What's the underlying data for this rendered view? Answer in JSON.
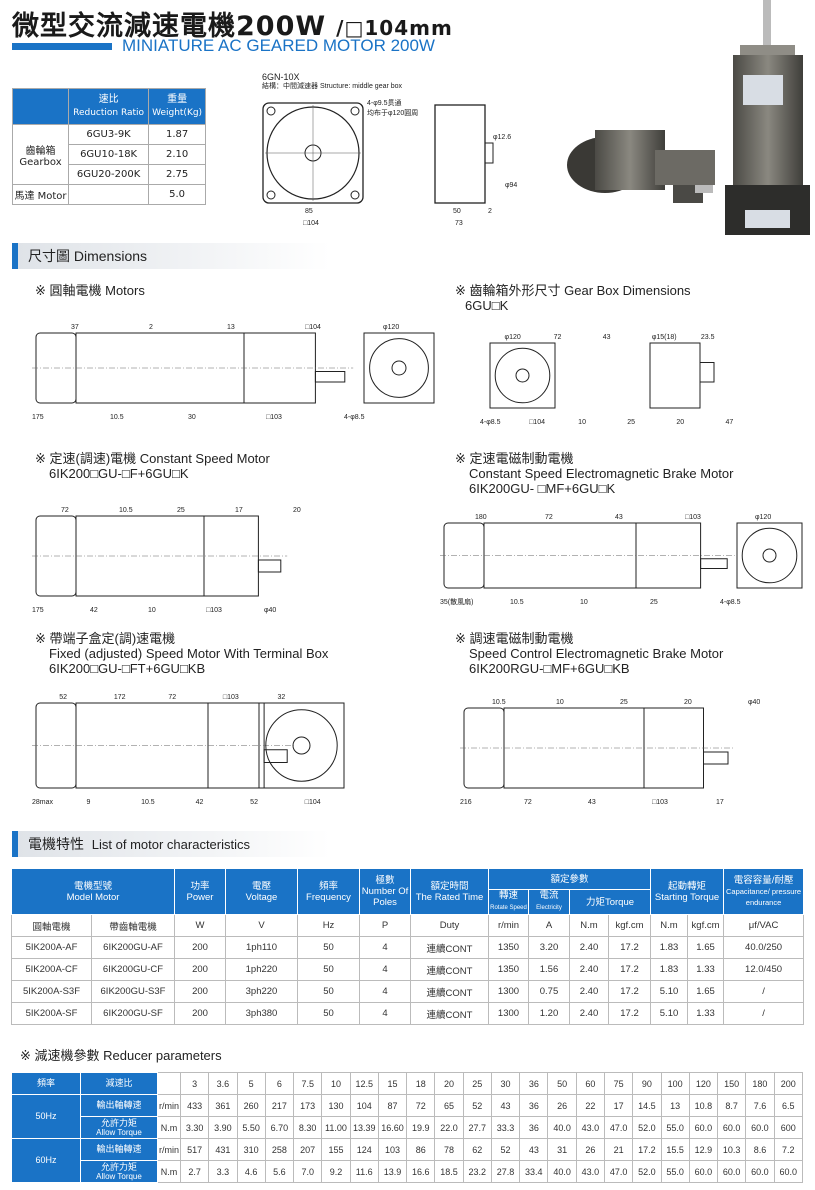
{
  "header": {
    "title": "微型交流減速電機200W",
    "title_size": "/□104mm",
    "subtitle": "MINIATURE AC GEARED MOTOR 200W",
    "accent": "#1a73c6"
  },
  "weight_table": {
    "headers": {
      "ratio_cn": "速比",
      "ratio_en": "Reduction Ratio",
      "weight_cn": "重量",
      "weight_en": "Weight(Kg)"
    },
    "gearbox_cn": "齒輪箱",
    "gearbox_en": "Gearbox",
    "rows": [
      {
        "ratio": "6GU3-9K",
        "weight": "1.87"
      },
      {
        "ratio": "6GU10-18K",
        "weight": "2.10"
      },
      {
        "ratio": "6GU20-200K",
        "weight": "2.75"
      }
    ],
    "motor_label": "馬達 Motor",
    "motor_weight": "5.0"
  },
  "gearbox_drawing": {
    "model": "6GN-10X",
    "structure": "結構：中間減速器 Structure: middle gear box",
    "holes": "4-φ9.5贯通",
    "holes2": "均布于φ120圓周",
    "d1": "85",
    "d2": "□104",
    "d3": "50",
    "d4": "2",
    "d5": "73",
    "d6": "φ12.6",
    "d7": "φ94"
  },
  "dimensions": {
    "title": "尺寸圖 Dimensions",
    "motors": {
      "caption": "※ 圓軸電機 Motors",
      "dims": [
        "175",
        "37",
        "10.5",
        "2",
        "30",
        "13",
        "□103",
        "□104",
        "4-φ8.5",
        "φ120"
      ]
    },
    "gearbox": {
      "caption": "※ 齒輪箱外形尺寸 Gear Box Dimensions",
      "model": "6GU□K",
      "dims": [
        "4-φ8.5",
        "φ120",
        "□104",
        "72",
        "10",
        "43",
        "25",
        "φ15(18)",
        "20",
        "23.5",
        "47"
      ]
    },
    "constant_speed": {
      "caption": "※ 定速(調速)電機 Constant Speed Motor",
      "model": "6IK200□GU-□F+6GU□K",
      "dims": [
        "175",
        "72",
        "42",
        "10.5",
        "10",
        "25",
        "□103",
        "17",
        "φ40",
        "20"
      ]
    },
    "brake": {
      "caption": "※ 定速電磁制動電機",
      "caption_en": "Constant Speed Electromagnetic Brake Motor",
      "model": "6IK200GU- □MF+6GU□K",
      "dims": [
        "35(散風扇)",
        "180",
        "10.5",
        "72",
        "10",
        "43",
        "25",
        "□103",
        "4-φ8.5",
        "φ120"
      ]
    },
    "terminal": {
      "caption": "※ 帶端子盒定(調)速電機",
      "caption_en": "Fixed (adjusted) Speed Motor With Terminal Box",
      "model": "6IK200□GU-□FT+6GU□KB",
      "dims": [
        "28max",
        "52",
        "9",
        "172",
        "10.5",
        "72",
        "42",
        "□103",
        "52",
        "32",
        "□104"
      ]
    },
    "speed_brake": {
      "caption": "※ 調速電磁制動電機",
      "caption_en": "Speed Control Electromagnetic Brake Motor",
      "model": "6IK200RGU-□MF+6GU□KB",
      "dims": [
        "216",
        "10.5",
        "72",
        "10",
        "43",
        "25",
        "□103",
        "20",
        "17",
        "φ40"
      ]
    }
  },
  "characteristics": {
    "title": "電機特性",
    "title_en": "List of motor characteristics",
    "headers": {
      "model_cn": "電機型號",
      "model_en": "Model Motor",
      "power_cn": "功率",
      "power_en": "Power",
      "voltage_cn": "電壓",
      "voltage_en": "Voltage",
      "freq_cn": "頻率",
      "freq_en": "Frequency",
      "poles_cn": "極數",
      "poles_en": "Number Of Poles",
      "time_cn": "額定時間",
      "time_en": "The Rated Time",
      "rated": "額定參數",
      "speed_cn": "轉速",
      "speed_en": "Rotate Speed",
      "current_cn": "電流",
      "current_en": "Electricity",
      "torque": "力矩Torque",
      "start_cn": "起動轉矩",
      "start_en": "Starting Torque",
      "cap_cn": "電容容量/耐壓",
      "cap_en": "Capacitance/ pressure endurance"
    },
    "units": [
      "圓軸電機",
      "帶齒軸電機",
      "W",
      "V",
      "Hz",
      "P",
      "Duty",
      "r/min",
      "A",
      "N.m",
      "kgf.cm",
      "N.m",
      "kgf.cm",
      "μf/VAC"
    ],
    "rows": [
      [
        "5IK200A-AF",
        "6IK200GU-AF",
        "200",
        "1ph110",
        "50",
        "4",
        "連續CONT",
        "1350",
        "3.20",
        "2.40",
        "17.2",
        "1.83",
        "1.65",
        "40.0/250"
      ],
      [
        "5IK200A-CF",
        "6IK200GU-CF",
        "200",
        "1ph220",
        "50",
        "4",
        "連續CONT",
        "1350",
        "1.56",
        "2.40",
        "17.2",
        "1.83",
        "1.33",
        "12.0/450"
      ],
      [
        "5IK200A-S3F",
        "6IK200GU-S3F",
        "200",
        "3ph220",
        "50",
        "4",
        "連續CONT",
        "1300",
        "0.75",
        "2.40",
        "17.2",
        "5.10",
        "1.65",
        "/"
      ],
      [
        "5IK200A-SF",
        "6IK200GU-SF",
        "200",
        "3ph380",
        "50",
        "4",
        "連續CONT",
        "1300",
        "1.20",
        "2.40",
        "17.2",
        "5.10",
        "1.33",
        "/"
      ]
    ]
  },
  "reducer": {
    "title": "※ 減速機參數 Reducer parameters",
    "freq_label": "頻率",
    "ratio_label": "減速比",
    "speed_label": "輸出軸轉速",
    "torque_cn": "允許力矩",
    "torque_en": "Allow Torque",
    "unit_speed": "r/min",
    "unit_torque": "N.m",
    "ratios": [
      "3",
      "3.6",
      "5",
      "6",
      "7.5",
      "10",
      "12.5",
      "15",
      "18",
      "20",
      "25",
      "30",
      "36",
      "50",
      "60",
      "75",
      "90",
      "100",
      "120",
      "150",
      "180",
      "200"
    ],
    "groups": [
      {
        "freq": "50Hz",
        "speed": [
          "433",
          "361",
          "260",
          "217",
          "173",
          "130",
          "104",
          "87",
          "72",
          "65",
          "52",
          "43",
          "36",
          "26",
          "22",
          "17",
          "14.5",
          "13",
          "10.8",
          "8.7",
          "7.6",
          "6.5"
        ],
        "torque": [
          "3.30",
          "3.90",
          "5.50",
          "6.70",
          "8.30",
          "11.00",
          "13.39",
          "16.60",
          "19.9",
          "22.0",
          "27.7",
          "33.3",
          "36",
          "40.0",
          "43.0",
          "47.0",
          "52.0",
          "55.0",
          "60.0",
          "60.0",
          "60.0",
          "600"
        ]
      },
      {
        "freq": "60Hz",
        "speed": [
          "517",
          "431",
          "310",
          "258",
          "207",
          "155",
          "124",
          "103",
          "86",
          "78",
          "62",
          "52",
          "43",
          "31",
          "26",
          "21",
          "17.2",
          "15.5",
          "12.9",
          "10.3",
          "8.6",
          "7.2"
        ],
        "torque": [
          "2.7",
          "3.3",
          "4.6",
          "5.6",
          "7.0",
          "9.2",
          "11.6",
          "13.9",
          "16.6",
          "18.5",
          "23.2",
          "27.8",
          "33.4",
          "40.0",
          "43.0",
          "47.0",
          "52.0",
          "55.0",
          "60.0",
          "60.0",
          "60.0",
          "60.0"
        ]
      }
    ]
  }
}
